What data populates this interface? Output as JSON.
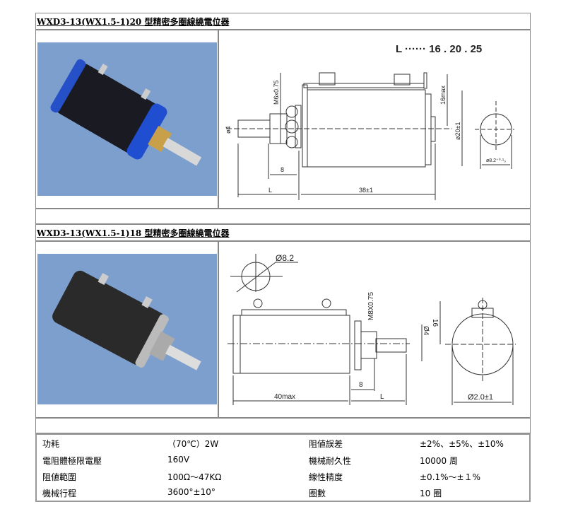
{
  "sections": [
    {
      "title": "WXD3-13(WX1.5-1)20 型精密多圈線繞電位器",
      "drawing": {
        "length_note": "L ······ 16 . 20 . 25",
        "thread": "M6x0.75",
        "shaft_dia": "ø4",
        "dim_8": "8",
        "dim_L": "L",
        "body_len": "38±1",
        "max_h": "16max",
        "body_dia": "ø20±1",
        "hole": "ø8.2⁺⁰·¹₀"
      }
    },
    {
      "title": "WXD3-13(WX1.5-1)18 型精密多圈線繞電位器",
      "drawing": {
        "hole": "Ø8.2",
        "thread": "M8X0.75",
        "shaft_dia": "Ø4",
        "height": "16",
        "body_len": "40max",
        "dim_8": "8",
        "dim_L": "L",
        "body_dia": "Ø2.0±1"
      }
    }
  ],
  "specs": [
    {
      "label": "功耗",
      "value": "（70℃）2W",
      "label2": "阻値誤差",
      "value2": "±2%、±5%、±10%"
    },
    {
      "label": "電阻體極限電壓",
      "value": "160V",
      "label2": "機械耐久性",
      "value2": "10000 周"
    },
    {
      "label": "阻値範圍",
      "value": "100Ω～47KΩ",
      "label2": "線性精度",
      "value2": "±0.1%～±１%"
    },
    {
      "label": "機械行程",
      "value": "3600°±10°",
      "label2": "圈數",
      "value2": "10 圈"
    }
  ]
}
